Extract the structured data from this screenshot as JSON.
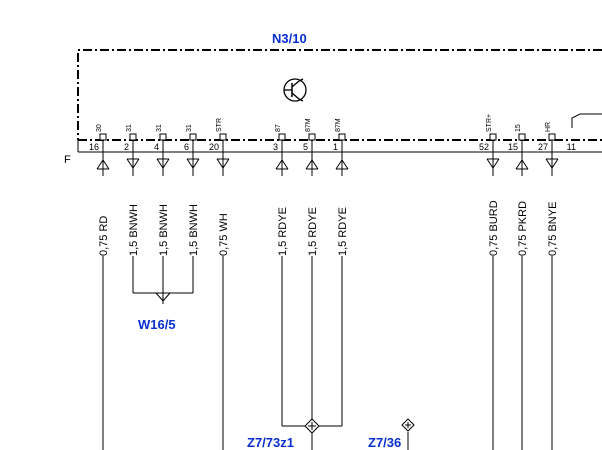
{
  "module": {
    "label": "N3/10"
  },
  "connector": {
    "label": "F"
  },
  "pins": [
    {
      "id": "p16",
      "func": "30",
      "num": "16",
      "wire": "0,75 RD",
      "dir": "in"
    },
    {
      "id": "p2",
      "func": "31",
      "num": "2",
      "wire": "1,5 BNWH",
      "dir": "out"
    },
    {
      "id": "p4",
      "func": "31",
      "num": "4",
      "wire": "1,5 BNWH",
      "dir": "out"
    },
    {
      "id": "p6",
      "func": "31",
      "num": "6",
      "wire": "1,5 BNWH",
      "dir": "out"
    },
    {
      "id": "p20",
      "func": "STR",
      "num": "20",
      "wire": "0,75 WH",
      "dir": "out"
    },
    {
      "id": "p3",
      "func": "87",
      "num": "3",
      "wire": "1,5 RDYE",
      "dir": "in"
    },
    {
      "id": "p5",
      "func": "87M",
      "num": "5",
      "wire": "1,5 RDYE",
      "dir": "in"
    },
    {
      "id": "p1",
      "func": "87M",
      "num": "1",
      "wire": "1,5 RDYE",
      "dir": "in"
    },
    {
      "id": "p52",
      "func": "STR+",
      "num": "52",
      "wire": "0,75 BURD",
      "dir": "out"
    },
    {
      "id": "p15",
      "func": "15",
      "num": "15",
      "wire": "0,75 PKRD",
      "dir": "in"
    },
    {
      "id": "p27",
      "func": "HR",
      "num": "27",
      "wire": "0,75 BNYE",
      "dir": "out"
    },
    {
      "id": "p11",
      "func": "",
      "num": "11",
      "wire": "",
      "dir": "none"
    }
  ],
  "references": {
    "ground": "W16/5",
    "splice": "Z7/73z1",
    "splice2": "Z7/36"
  }
}
